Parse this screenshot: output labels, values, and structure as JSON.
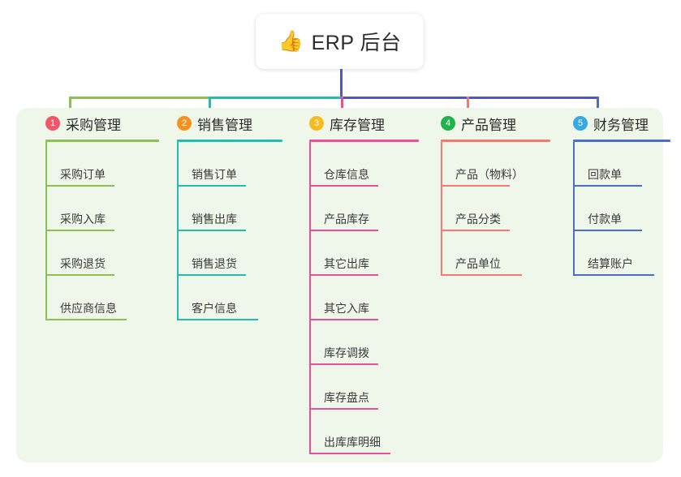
{
  "root": {
    "icon": "thumbs-up-icon",
    "icon_glyph": "👍",
    "title": "ERP 后台"
  },
  "theme": {
    "panel_bg": "#eef7e9",
    "card_bg": "#ffffff",
    "root_stem": "#4f57c4",
    "text": "#333333"
  },
  "columns": [
    {
      "index": "1",
      "title": "采购管理",
      "badge_color": "#f2566a",
      "line_color": "#8cc152",
      "leaves": [
        {
          "label": "采购订单"
        },
        {
          "label": "采购入库"
        },
        {
          "label": "采购退货"
        },
        {
          "label": "供应商信息"
        }
      ]
    },
    {
      "index": "2",
      "title": "销售管理",
      "badge_color": "#f5921e",
      "line_color": "#22bdb0",
      "leaves": [
        {
          "label": "销售订单"
        },
        {
          "label": "销售出库"
        },
        {
          "label": "销售退货"
        },
        {
          "label": "客户信息"
        }
      ]
    },
    {
      "index": "3",
      "title": "库存管理",
      "badge_color": "#f7bb20",
      "line_color": "#e8509a",
      "leaves": [
        {
          "label": "仓库信息"
        },
        {
          "label": "产品库存"
        },
        {
          "label": "其它出库"
        },
        {
          "label": "其它入库"
        },
        {
          "label": "库存调拨"
        },
        {
          "label": "库存盘点"
        },
        {
          "label": "出库库明细"
        }
      ]
    },
    {
      "index": "4",
      "title": "产品管理",
      "badge_color": "#22b24c",
      "line_color": "#f4796e",
      "leaves": [
        {
          "label": "产品（物料）"
        },
        {
          "label": "产品分类"
        },
        {
          "label": "产品单位"
        }
      ]
    },
    {
      "index": "5",
      "title": "财务管理",
      "badge_color": "#35a9e0",
      "line_color": "#4a6fc4",
      "leaves": [
        {
          "label": "回款单"
        },
        {
          "label": "付款单"
        },
        {
          "label": "结算账户"
        }
      ]
    }
  ]
}
